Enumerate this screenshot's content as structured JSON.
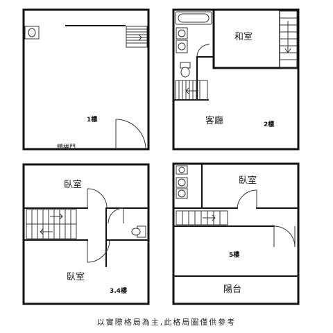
{
  "panels": {
    "floor1": {
      "floor_label": "1樓",
      "door_label": "鐵捲門"
    },
    "floor2": {
      "floor_label": "2樓",
      "room_japanese": "和室",
      "room_living": "客廳"
    },
    "floor34": {
      "floor_label": "3.4樓",
      "room_top": "臥室",
      "room_bottom": "臥室"
    },
    "floor5": {
      "floor_label": "5樓",
      "room_bedroom": "臥室",
      "room_balcony": "陽台"
    }
  },
  "caption": "以實際格局為主,此格局圖僅供參考"
}
